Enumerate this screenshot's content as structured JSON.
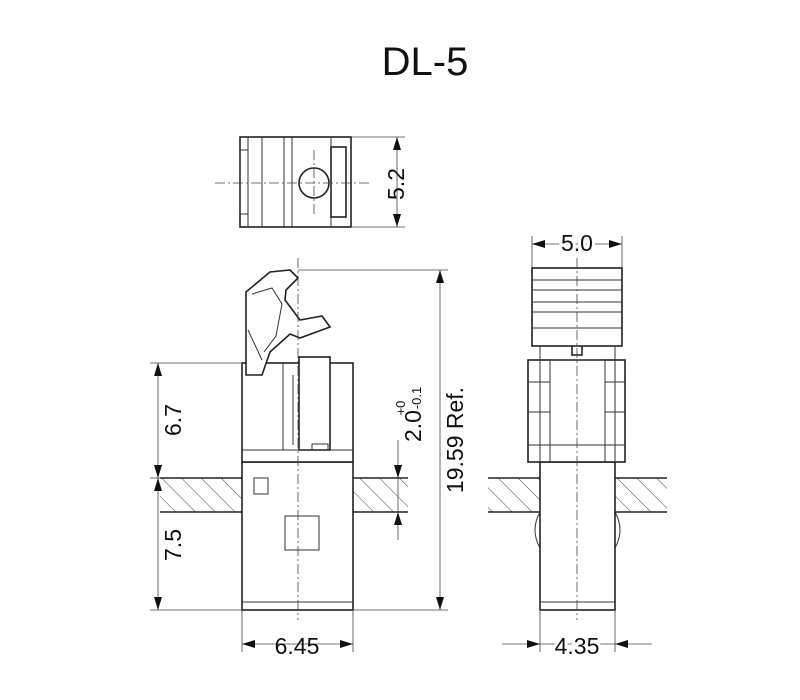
{
  "title": "DL-5",
  "dimensions": {
    "top_view_height": "5.2",
    "side_width": "5.0",
    "front_upper_height": "6.7",
    "front_lower_height": "7.5",
    "front_width": "6.45",
    "side_lower_width": "4.35",
    "overall_height": "19.59 Ref.",
    "panel_thickness_main": "2.0",
    "panel_tolerance_upper": "+0",
    "panel_tolerance_lower": "-0.1"
  }
}
